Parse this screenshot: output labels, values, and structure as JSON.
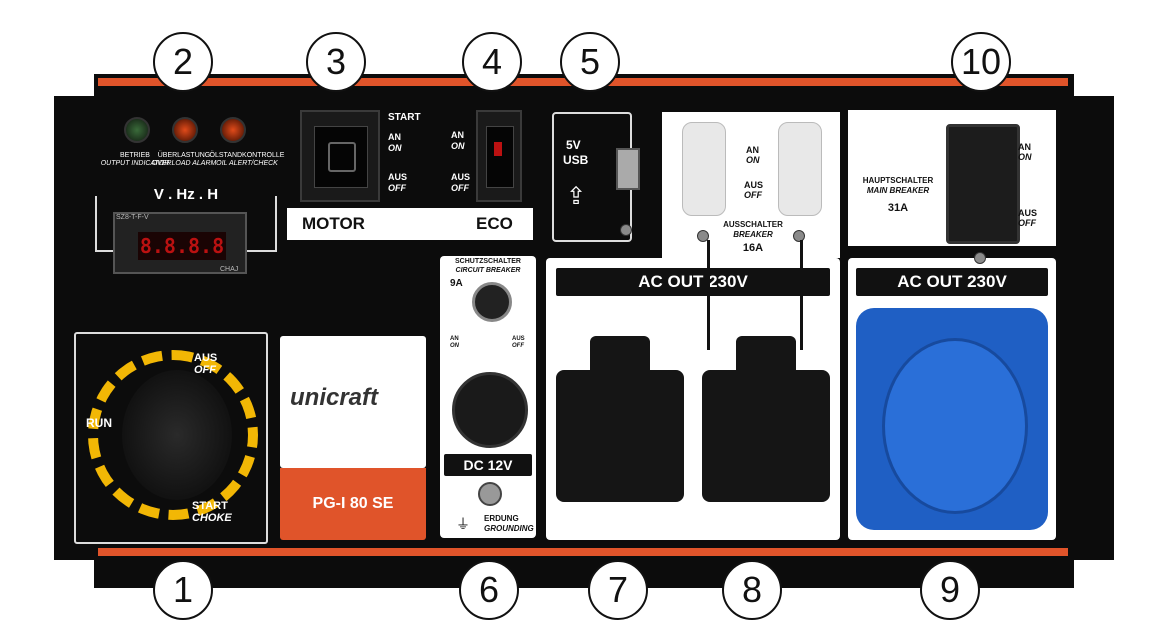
{
  "callouts": [
    "1",
    "2",
    "3",
    "4",
    "5",
    "6",
    "7",
    "8",
    "9",
    "10"
  ],
  "indicators": {
    "output": {
      "de": "BETRIEB",
      "en": "OUTPUT INDICATOR"
    },
    "overload": {
      "de": "ÜBERLASTUNG",
      "en": "OVERLOAD ALARM"
    },
    "oil": {
      "de": "ÖLSTANDKONTROLLE",
      "en": "OIL ALERT/CHECK"
    }
  },
  "meter": {
    "title": "V . Hz . H",
    "display": "8.8.8.8",
    "small_left": "SZ8-T-F-V",
    "small_right": "CHAJ"
  },
  "switches": {
    "start": "START",
    "an": "AN",
    "on": "ON",
    "aus": "AUS",
    "off": "OFF",
    "motor": "MOTOR",
    "eco": "ECO"
  },
  "usb": {
    "v": "5V",
    "label": "USB"
  },
  "breakers": {
    "de": "AUSSCHALTER",
    "en": "BREAKER",
    "rating": "16A"
  },
  "main_breaker": {
    "de": "HAUPTSCHALTER",
    "en": "MAIN BREAKER",
    "rating": "31A"
  },
  "ac_out": "AC  OUT 230V",
  "circuit_breaker": {
    "de": "SCHUTZSCHALTER",
    "en": "CIRCUIT BREAKER",
    "rating": "9A"
  },
  "dc": "DC 12V",
  "grounding": {
    "de": "ERDUNG",
    "en": "GROUNDING"
  },
  "knob": {
    "aus": "AUS",
    "off": "OFF",
    "run": "RUN",
    "start": "START",
    "choke": "CHOKE"
  },
  "brand": {
    "logo": "unicraft",
    "model": "PG-I 80 SE"
  },
  "colors": {
    "stripe": "#e0542a",
    "panel": "#0c0c0c",
    "cee_blue": "#1f5fc4",
    "dial_yellow": "#f2b705"
  }
}
